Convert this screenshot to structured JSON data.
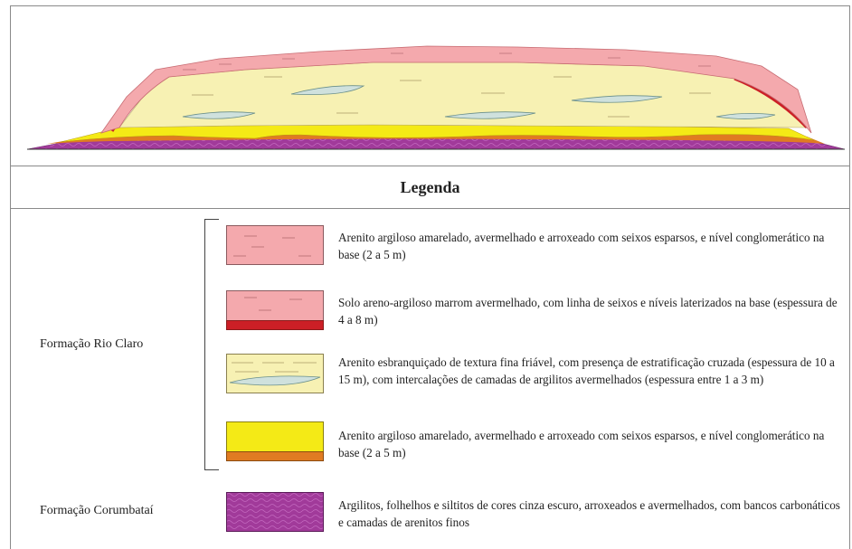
{
  "legend": {
    "title": "Legenda",
    "formations": [
      {
        "name": "Formação Rio Claro"
      },
      {
        "name": "Formação Corumbataí"
      }
    ],
    "units": [
      {
        "swatch": "pink-sandstone",
        "description": "Arenito argiloso amarelado, avermelhado e arroxeado com seixos esparsos, e nível conglomerático na base (2 a 5 m)"
      },
      {
        "swatch": "pink-red-soil",
        "description": "Solo areno-argiloso marrom avermelhado, com linha de seixos e níveis laterizados na base (espessura de 4 a 8 m)"
      },
      {
        "swatch": "cream-with-lens",
        "description": "Arenito esbranquiçado de textura fina friável, com presença de estratificação cruzada (espessura de 10 a 15 m), com intercalações de camadas de argilitos avermelhados (espessura entre 1 a 3 m)"
      },
      {
        "swatch": "yellow-orange",
        "description": "Arenito argiloso amarelado, avermelhado e arroxeado com seixos esparsos, e nível conglomerático na base (2 a 5 m)"
      },
      {
        "swatch": "purple-pattern",
        "description": "Argilitos, folhelhos e siltitos de cores cinza escuro, arroxeados e avermelhados, com bancos carbonáticos e camadas de arenitos finos"
      }
    ]
  },
  "colors": {
    "pink": "#f4a9ad",
    "red": "#cc1f26",
    "cream": "#f7f1b3",
    "lens": "#cfe1dd",
    "yellow": "#f4ea16",
    "orange": "#e07b22",
    "purple": "#a13a9a",
    "frame": "#8a8a8a"
  }
}
